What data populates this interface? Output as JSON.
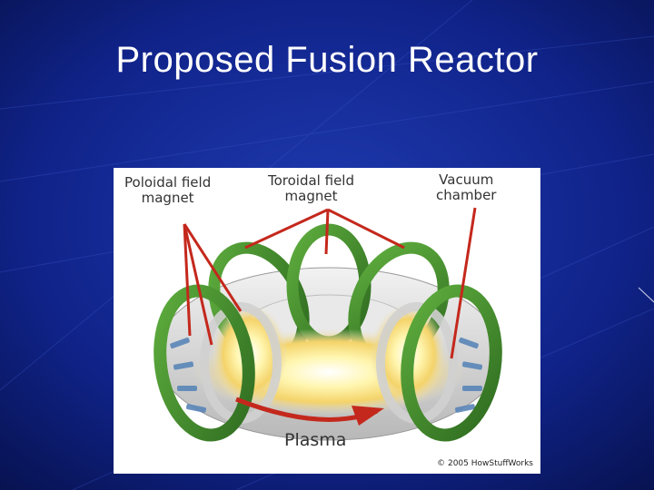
{
  "slide": {
    "title": "Proposed Fusion Reactor"
  },
  "figure": {
    "labels": {
      "poloidal_line1": "Poloidal field",
      "poloidal_line2": "magnet",
      "toroidal_line1": "Toroidal field",
      "toroidal_line2": "magnet",
      "vacuum_line1": "Vacuum",
      "vacuum_line2": "chamber",
      "plasma": "Plasma"
    },
    "credit": "© 2005 HowStuffWorks"
  },
  "colors": {
    "background": "#0b1a7a",
    "magnet_green": "#3f8a2c",
    "callout_red": "#c4281c",
    "chamber_gray": "#d8d8d8",
    "plasma_glow": "#fff3a0"
  }
}
